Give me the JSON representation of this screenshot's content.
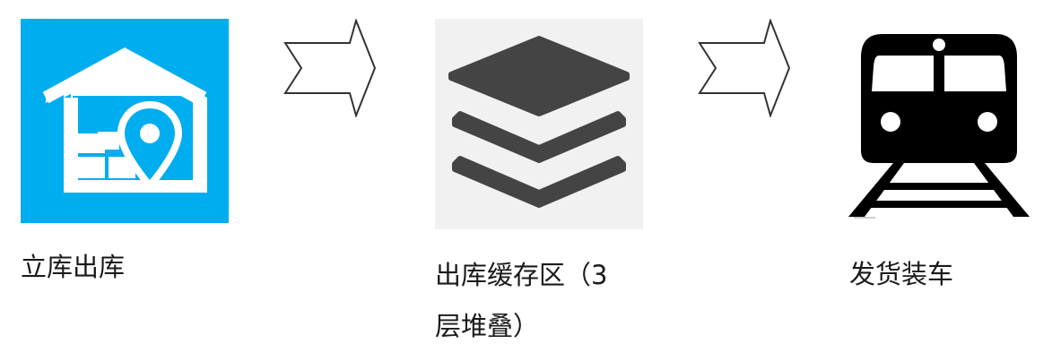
{
  "steps": [
    {
      "label": "立库出库",
      "icon": "warehouse-location-icon",
      "color": "#00adef"
    },
    {
      "label_line1": "出库缓存区（3",
      "label_line2": "层堆叠）",
      "icon": "stacked-layers-icon",
      "color": "#444444"
    },
    {
      "label": "发货装车",
      "icon": "train-icon",
      "color": "#000000"
    }
  ],
  "connectors": [
    "arrow-right-icon",
    "arrow-right-icon"
  ]
}
